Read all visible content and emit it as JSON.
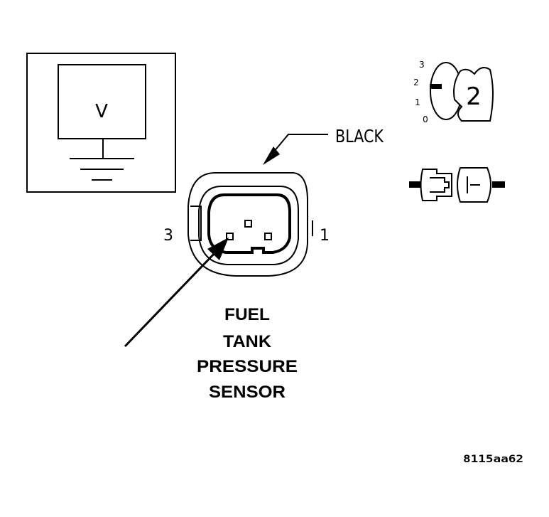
{
  "meter": {
    "symbol": "V"
  },
  "wire_color_label": "BLACK",
  "connector": {
    "pin_left_label": "3",
    "pin_right_label": "1"
  },
  "component_title": [
    "FUEL",
    "TANK",
    "PRESSURE",
    "SENSOR"
  ],
  "ignition_key": {
    "positions": [
      "3",
      "2",
      "1",
      "0"
    ],
    "selected_position": "2"
  },
  "figure_id": "8115aa62"
}
